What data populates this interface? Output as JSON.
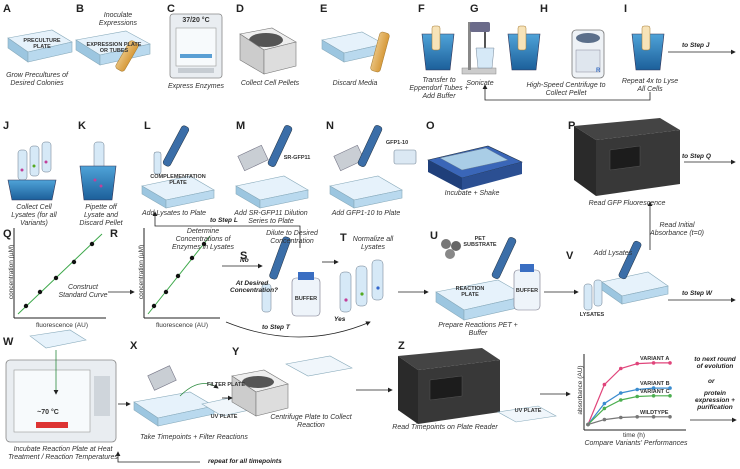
{
  "letters": [
    "A",
    "B",
    "C",
    "D",
    "E",
    "F",
    "G",
    "H",
    "I",
    "J",
    "K",
    "L",
    "M",
    "N",
    "O",
    "P",
    "Q",
    "R",
    "S",
    "T",
    "U",
    "V",
    "W",
    "X",
    "Y",
    "Z"
  ],
  "captions": {
    "A": "Grow Precultures of Desired Colonies",
    "B_top": "Inoculate Expressions",
    "C": "Express Enzymes",
    "D": "Collect Cell Pellets",
    "E": "Discard Media",
    "F": "Transfer to Eppendorf Tubes + Add Buffer",
    "G": "Sonicate",
    "H": "High-Speed Centrifuge to Collect Pellet",
    "I": "Repeat 4x to Lyse All Cells",
    "J": "Collect Cell Lysates (for all Variants)",
    "K": "Pipette off Lysate and Discard Pellet",
    "L": "Add Lysates to Plate",
    "M": "Add SR-GFP11 Dilution Series to Plate",
    "N": "Add GFP1-10 to Plate",
    "O": "Incubate + Shake",
    "P": "Read GFP Fluorescence",
    "Q": "Construct Standard Curve",
    "R_top": "Determine Concentrations of Enzymes in Lysates",
    "S_top": "Dilute to Desired Concentration",
    "T_top": "Normalize all Lysates",
    "U": "Prepare Reactions PET + Buffer",
    "V_top": "Add Lysates",
    "V_read": "Read Initial Absorbance (t=0)",
    "W": "Incubate Reaction Plate at Heat Treatment / Reaction Temperatures",
    "X": "Take Timepoints + Filter Reactions",
    "Y": "Centrifuge Plate to Collect Reaction",
    "Z": "Read Timepoints on Plate Reader",
    "Zc": "Compare Variants' Performances"
  },
  "labels": {
    "preculture": "PRECULTURE PLATE",
    "expression": "EXPRESSION PLATE OR TUBES",
    "temp": "37/20 °C",
    "complementation": "COMPLEMENTATION PLATE",
    "srgfp": "SR-GFP11",
    "gfp110": "GFP1-10",
    "pet": "PET SUBSTRATE",
    "reaction": "REACTION PLATE",
    "buffer": "BUFFER",
    "buffer_s": "BUFFER",
    "lysates": "LYSATES",
    "filter": "FILTER PLATE",
    "uv": "UV PLATE",
    "uv2": "UV PLATE",
    "temp70": "~70 °C",
    "r_bottle": "R"
  },
  "arrows": {
    "toJ": "to Step J",
    "toQ": "to Step Q",
    "toL": "to Step L",
    "toT": "to Step T",
    "toW": "to Step W",
    "repeat": "repeat for all timepoints",
    "no": "No",
    "yes": "Yes",
    "question": "At Desired Concentration?",
    "next1": "to next round of evolution",
    "or": "or",
    "next2": "protein expression + purification"
  },
  "axes": {
    "conc": "concentration (µM)",
    "fluor": "fluorescence (AU)",
    "abs": "absorbance (AU)",
    "time": "time (h)"
  },
  "chart_data": {
    "type": "line",
    "xlabel": "time (h)",
    "ylabel": "absorbance (AU)",
    "series": [
      {
        "name": "VARIANT A",
        "color": "#e0457b",
        "values": [
          0.05,
          0.62,
          0.85,
          0.92,
          0.93,
          0.93
        ]
      },
      {
        "name": "VARIANT B",
        "color": "#3a8ccf",
        "values": [
          0.05,
          0.35,
          0.5,
          0.55,
          0.57,
          0.57
        ]
      },
      {
        "name": "VARIANT C",
        "color": "#4caf50",
        "values": [
          0.05,
          0.28,
          0.4,
          0.45,
          0.46,
          0.46
        ]
      },
      {
        "name": "WILDTYPE",
        "color": "#777777",
        "values": [
          0.05,
          0.12,
          0.15,
          0.16,
          0.16,
          0.16
        ]
      }
    ]
  }
}
